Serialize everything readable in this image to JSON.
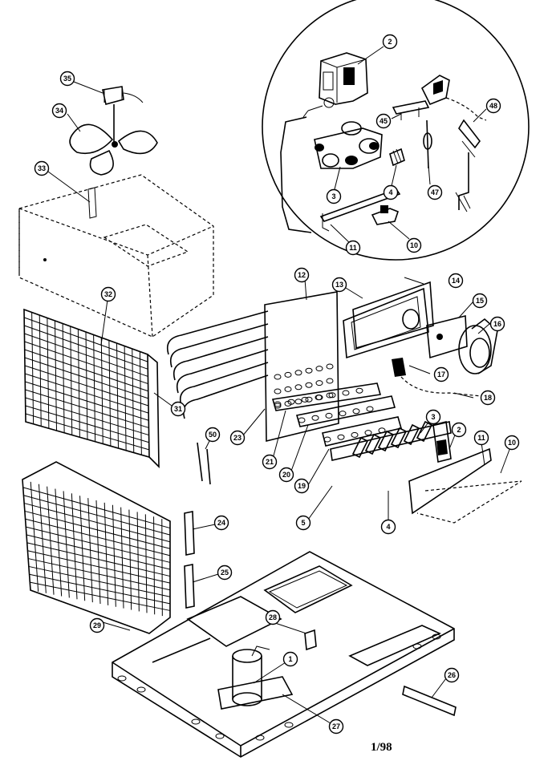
{
  "figure_id": "1/98",
  "callouts": [
    {
      "id": "gas-valve",
      "label": "2"
    },
    {
      "id": "igniter-main",
      "label": "3"
    },
    {
      "id": "orifice-main",
      "label": "4"
    },
    {
      "id": "gas-line-main",
      "label": "11"
    },
    {
      "id": "limit-switch-main",
      "label": "10"
    },
    {
      "id": "bracket-45",
      "label": "45"
    },
    {
      "id": "flame-sensor-47",
      "label": "47"
    },
    {
      "id": "igniter-48",
      "label": "48"
    },
    {
      "id": "fan-motor",
      "label": "35"
    },
    {
      "id": "fan-blade",
      "label": "34"
    },
    {
      "id": "motor-mount",
      "label": "33"
    },
    {
      "id": "coil-guard",
      "label": "32"
    },
    {
      "id": "condenser-coil",
      "label": "31"
    },
    {
      "id": "heat-exchanger",
      "label": "12"
    },
    {
      "id": "gasket-13",
      "label": "13"
    },
    {
      "id": "cover-plate-14",
      "label": "14"
    },
    {
      "id": "inducer-gasket",
      "label": "15"
    },
    {
      "id": "inducer-motor",
      "label": "16"
    },
    {
      "id": "pressure-switch",
      "label": "17"
    },
    {
      "id": "tubing-18",
      "label": "18"
    },
    {
      "id": "burner-box",
      "label": "23"
    },
    {
      "id": "baffle-21",
      "label": "21"
    },
    {
      "id": "baffle-20",
      "label": "20"
    },
    {
      "id": "burner-manifold",
      "label": "19"
    },
    {
      "id": "igniter-sub",
      "label": "3"
    },
    {
      "id": "gas-valve-sub",
      "label": "2"
    },
    {
      "id": "gas-line-sub",
      "label": "11"
    },
    {
      "id": "limit-switch-sub",
      "label": "10"
    },
    {
      "id": "flame-rollout",
      "label": "5"
    },
    {
      "id": "orifice-sub",
      "label": "4"
    },
    {
      "id": "clip-50",
      "label": "50"
    },
    {
      "id": "bracket-24",
      "label": "24"
    },
    {
      "id": "bracket-25",
      "label": "25"
    },
    {
      "id": "wrap-grille",
      "label": "29"
    },
    {
      "id": "filter-drier",
      "label": "28"
    },
    {
      "id": "compressor",
      "label": "1"
    },
    {
      "id": "base-pan",
      "label": "27"
    },
    {
      "id": "rail-26",
      "label": "26"
    }
  ]
}
